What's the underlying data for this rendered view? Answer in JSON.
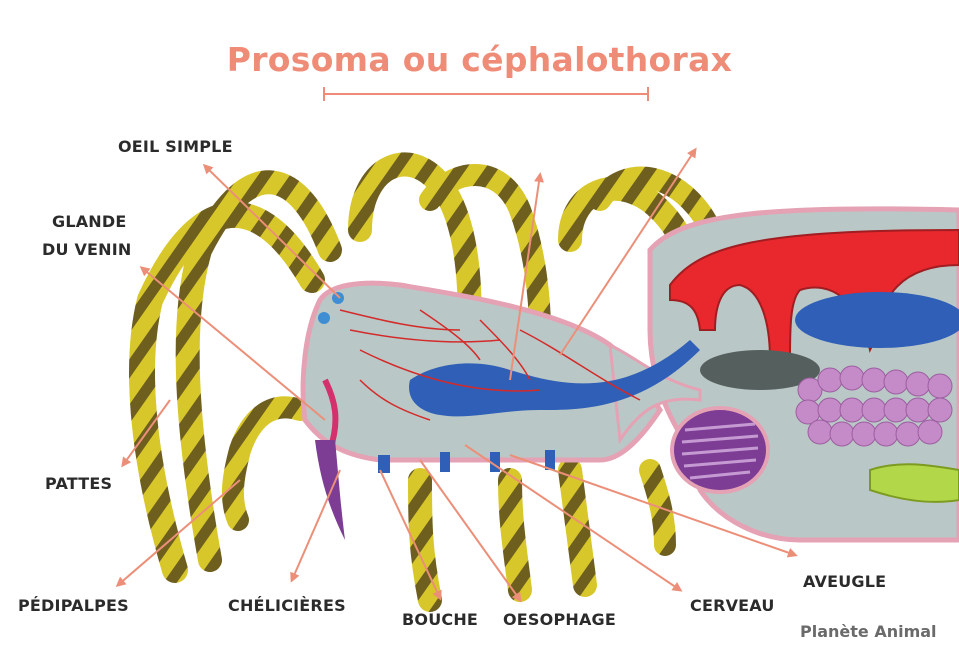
{
  "title": "Prosoma ou céphalothorax",
  "labels": {
    "oeil_simple": "OEIL SIMPLE",
    "glande_line1": "GLANDE",
    "glande_line2": "DU VENIN",
    "pattes": "PATTES",
    "pedipalpes": "PÉDIPALPES",
    "cheliceres": "CHÉLICIÈRES",
    "bouche": "BOUCHE",
    "oesophage": "OESOPHAGE",
    "cerveau": "CERVEAU",
    "aveugle": "AVEUGLE"
  },
  "logo": "Planète Animal",
  "colors": {
    "title": "#ef8c77",
    "arrow": "#ec8f79",
    "leg": "#d8c72a",
    "leg_dark": "#6e5f1e",
    "body": "#b9c8c6",
    "outline": "#e4a2b4",
    "heart": "#e8282d",
    "nerve": "#2f5fb6",
    "eggs": "#c58ac8",
    "stomach": "#7d3d95"
  }
}
